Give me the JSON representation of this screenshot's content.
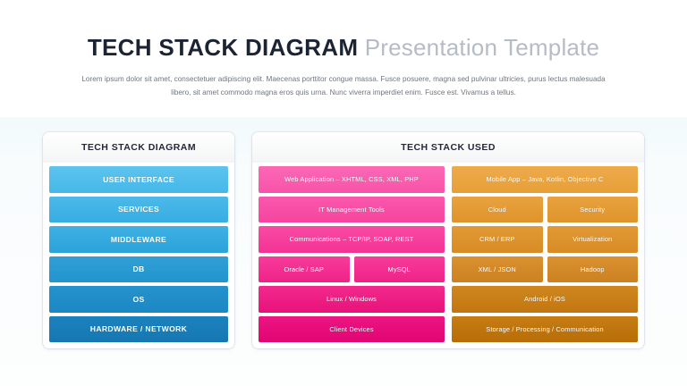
{
  "header": {
    "title_strong": "TECH STACK DIAGRAM",
    "title_light": "Presentation Template",
    "subtitle_line1": "Lorem ipsum dolor sit amet, consectetuer adipiscing elit. Maecenas porttitor congue massa. Fusce posuere, magna sed pulvinar ultricies, purus",
    "subtitle_line2": "lectus malesuada libero, sit amet commodo magna eros quis urna. Nunc viverra imperdiet enim. Fusce est. Vivamus a tellus."
  },
  "left_panel": {
    "heading": "TECH STACK DIAGRAM",
    "layers": [
      {
        "label": "USER INTERFACE",
        "color": "#45b8e8"
      },
      {
        "label": "SERVICES",
        "color": "#37ade2"
      },
      {
        "label": "MIDDLEWARE",
        "color": "#2aa3d9"
      },
      {
        "label": "DB",
        "color": "#2195ce"
      },
      {
        "label": "OS",
        "color": "#1c88c3"
      },
      {
        "label": "HARDWARE / NETWORK",
        "color": "#1677b2"
      }
    ]
  },
  "right_panel": {
    "heading": "TECH STACK USED",
    "pink_column": {
      "accent": "#f43394",
      "rows": [
        {
          "cells": [
            "Web Application – XHTML, CSS, XML, PHP"
          ]
        },
        {
          "cells": [
            "IT Management Tools"
          ]
        },
        {
          "cells": [
            "Communications – TCP/IP, SOAP, REST"
          ]
        },
        {
          "cells": [
            "Oracle / SAP",
            "MySQL"
          ]
        },
        {
          "cells": [
            "Linux / Windows"
          ]
        },
        {
          "cells": [
            "Client Devices"
          ]
        }
      ]
    },
    "orange_column": {
      "accent": "#d78b24",
      "rows": [
        {
          "cells": [
            "Mobile App – Java, Kotlin, Objective C"
          ]
        },
        {
          "cells": [
            "Cloud",
            "Security"
          ]
        },
        {
          "cells": [
            "CRM / ERP",
            "Virtualization"
          ]
        },
        {
          "cells": [
            "XML / JSON",
            "Hadoop"
          ]
        },
        {
          "cells": [
            "Android / iOS"
          ]
        },
        {
          "cells": [
            "Storage / Processing / Communication"
          ]
        }
      ]
    }
  }
}
